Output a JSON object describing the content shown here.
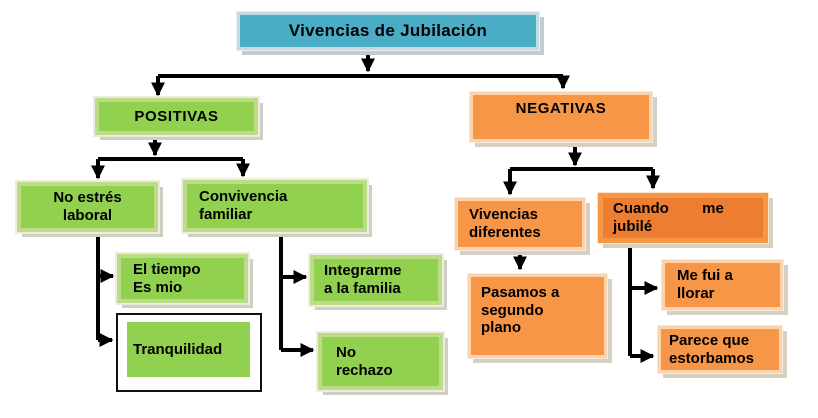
{
  "root": {
    "label": "Vivencias de Jubilación"
  },
  "positivas": {
    "label": "POSITIVAS",
    "no_estres_laboral": {
      "label": "No estrés\nlaboral"
    },
    "el_tiempo_es_mio": {
      "label": "El tiempo\nEs mio"
    },
    "tranquilidad": {
      "label": "Tranquilidad"
    },
    "convivencia_familiar": {
      "label": "Convivencia\nfamiliar"
    },
    "integrarme_a_la_familia": {
      "label": "Integrarme\na la familia"
    },
    "no_rechazo": {
      "label": "No\nrechazo"
    }
  },
  "negativas": {
    "label": "NEGATIVAS",
    "vivencias_diferentes": {
      "label": "Vivencias\ndiferentes"
    },
    "pasamos_a_segundo_plano": {
      "label": "Pasamos a\nsegundo\nplano"
    },
    "cuando_me_jubile": {
      "label": "Cuando        me\njubilé"
    },
    "me_fui_a_llorar": {
      "label": "Me fui a\nllorar"
    },
    "parece_que_estorbamos": {
      "label": "Parece que\nestorbamos"
    }
  },
  "colors": {
    "root-fill": "#4BACC6",
    "positive-fill": "#92D050",
    "negative-fill": "#F79646",
    "negative-dark-fill": "#ED7D31",
    "connector": "#000000"
  }
}
